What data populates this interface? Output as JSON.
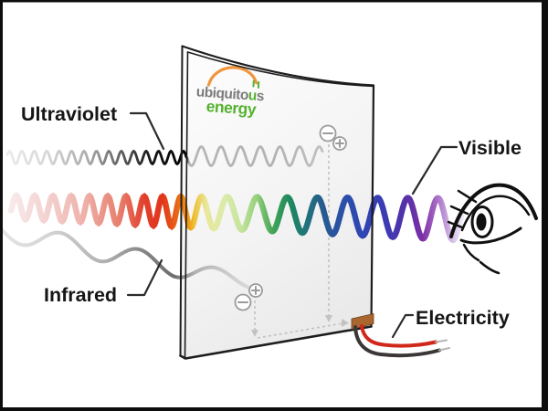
{
  "diagram": {
    "labels": {
      "ultraviolet": "Ultraviolet",
      "infrared": "Infrared",
      "visible": "Visible",
      "electricity": "Electricity"
    },
    "logo": {
      "word1_pre": "ubiquito",
      "word1_plug": "u",
      "word1_post": "s",
      "word2": "energy",
      "arc_color": "#f0953c",
      "text_gray": "#7b7b7b",
      "text_green": "#55b230"
    },
    "charges": {
      "minus": "−",
      "plus": "+"
    },
    "colors": {
      "background": "#ffffff",
      "frame": "#0d0d0d",
      "panel_border": "#1d1d1d",
      "panel_fill_light": "#fdfdfd",
      "panel_fill_dark": "#e9e9e9",
      "dashed_line": "#c2c2c2",
      "charge_stroke": "#9b9b9b",
      "label_text": "#161616",
      "leader_line": "#2b2b2b",
      "wire_red": "#d0281b",
      "wire_black": "#3a3736",
      "wire_tip": "#b5b5b5",
      "connector_brown": "#a9672f",
      "eye_ink": "#101010"
    },
    "spectrum": {
      "uv_stops": [
        [
          8,
          "#ebebeb"
        ],
        [
          50,
          "#d8d8d8"
        ],
        [
          95,
          "#adadad"
        ],
        [
          135,
          "#5a5a5a"
        ],
        [
          165,
          "#161616"
        ],
        [
          204,
          "#000000"
        ],
        [
          207,
          "#b6b6b6"
        ],
        [
          300,
          "#b3b3b3"
        ],
        [
          353,
          "#c0c0c0"
        ]
      ],
      "visible_stops": [
        [
          12,
          "#f7eaea"
        ],
        [
          50,
          "#f3d3d1"
        ],
        [
          90,
          "#efb3ac"
        ],
        [
          130,
          "#e8806f"
        ],
        [
          158,
          "#e2402c"
        ],
        [
          178,
          "#e2351a"
        ],
        [
          195,
          "#e96a16"
        ],
        [
          205,
          "#f1930f"
        ],
        [
          213,
          "#edc238"
        ],
        [
          226,
          "#e9e79c"
        ],
        [
          245,
          "#dcebaa"
        ],
        [
          263,
          "#c6e59c"
        ],
        [
          281,
          "#97d07e"
        ],
        [
          299,
          "#41a455"
        ],
        [
          317,
          "#1f8a5f"
        ],
        [
          335,
          "#20737b"
        ],
        [
          353,
          "#275c8e"
        ],
        [
          373,
          "#2b50a6"
        ],
        [
          397,
          "#2f46b3"
        ],
        [
          421,
          "#3a3cb3"
        ],
        [
          443,
          "#5331a9"
        ],
        [
          463,
          "#7d30a7"
        ],
        [
          479,
          "#aa70c7"
        ],
        [
          493,
          "#d1b4e3"
        ],
        [
          506,
          "#f1ebf7"
        ]
      ],
      "ir_stops": [
        [
          2,
          "#e6e6e6"
        ],
        [
          55,
          "#d3d3d3"
        ],
        [
          115,
          "#b0b0b0"
        ],
        [
          160,
          "#848484"
        ],
        [
          190,
          "#6d6d6d"
        ],
        [
          207,
          "#9f9f9f"
        ],
        [
          214,
          "#b2b2b2"
        ],
        [
          245,
          "#c9c9c9"
        ],
        [
          277,
          "#dcdcdc"
        ]
      ]
    }
  }
}
